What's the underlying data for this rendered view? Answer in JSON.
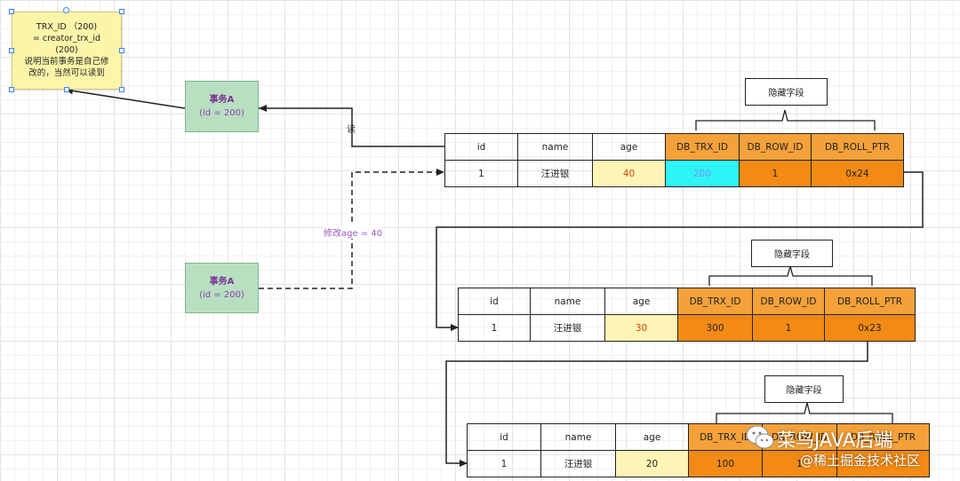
{
  "note": {
    "lines": [
      "TRX_ID （200)",
      "= creator_trx_id",
      "(200)",
      "说明当前事务是自己修",
      "改的，当然可以读到"
    ]
  },
  "txn_top": {
    "name": "事务A",
    "id_text": "(id = 200)"
  },
  "txn_bottom": {
    "name": "事务A",
    "id_text": "(id = 200)"
  },
  "edges": {
    "read_label": "读",
    "modify_label": "修改age = 40"
  },
  "hidden_fields_label": "隐藏字段",
  "columns": [
    "id",
    "name",
    "age",
    "DB_TRX_ID",
    "DB_ROW_ID",
    "DB_ROLL_PTR"
  ],
  "rows": [
    {
      "id": "1",
      "name": "汪进银",
      "age": "40",
      "db_trx_id": "200",
      "db_row_id": "1",
      "db_roll_ptr": "0x24"
    },
    {
      "id": "1",
      "name": "汪进银",
      "age": "30",
      "db_trx_id": "300",
      "db_row_id": "1",
      "db_roll_ptr": "0x23"
    },
    {
      "id": "1",
      "name": "汪进银",
      "age": "20",
      "db_trx_id": "100",
      "db_row_id": "1",
      "db_roll_ptr": ""
    }
  ],
  "colors": {
    "orange_header": "#f4a13a",
    "orange_value": "#f28a14",
    "highlight_cyan": "#2ef5f5",
    "age_yellow": "#fdf4b5",
    "txn_green": "#b7dfc0",
    "note_yellow": "#fbf5a9"
  },
  "watermark": {
    "title": "菜鸟JAVA后端",
    "subtitle": "@稀土掘金技术社区"
  }
}
